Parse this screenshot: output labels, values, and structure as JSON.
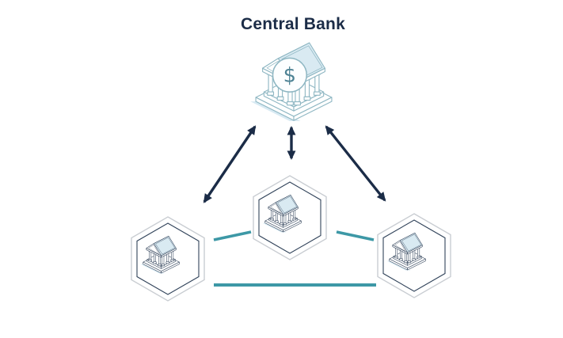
{
  "title": "Central Bank",
  "central_bank": {
    "label": "Central Bank",
    "icon": "bank-building-icon",
    "currency_symbol": "$"
  },
  "nodes": [
    {
      "id": "member-bank-left",
      "icon": "bank-building-icon",
      "frame": "double-hexagon"
    },
    {
      "id": "member-bank-center",
      "icon": "bank-building-icon",
      "frame": "double-hexagon"
    },
    {
      "id": "member-bank-right",
      "icon": "bank-building-icon",
      "frame": "double-hexagon"
    }
  ],
  "connections": [
    {
      "from": "central-bank",
      "to": "member-bank-left",
      "style": "double-headed-arrow",
      "color": "#1b2c47"
    },
    {
      "from": "central-bank",
      "to": "member-bank-center",
      "style": "double-headed-arrow",
      "color": "#1b2c47"
    },
    {
      "from": "central-bank",
      "to": "member-bank-right",
      "style": "double-headed-arrow",
      "color": "#1b2c47"
    },
    {
      "from": "member-bank-left",
      "to": "member-bank-center",
      "style": "line",
      "color": "#3d98a6"
    },
    {
      "from": "member-bank-center",
      "to": "member-bank-right",
      "style": "line",
      "color": "#3d98a6"
    },
    {
      "from": "member-bank-left",
      "to": "member-bank-right",
      "style": "line",
      "color": "#3d98a6"
    }
  ],
  "colors": {
    "background": "#ffffff",
    "navy": "#1b2c47",
    "teal": "#3d98a6",
    "bank_stroke_light": "#8fb7c3",
    "bank_stroke_dark": "#2b3d55",
    "roof_fill": "#d9eaf2",
    "roof_fill_light": "#e2eff5",
    "shadow_fill": "#d8eaf3",
    "hex_outer": "#c9cdd2",
    "hex_inner": "#31435a",
    "dollar_color": "#4d8294"
  }
}
